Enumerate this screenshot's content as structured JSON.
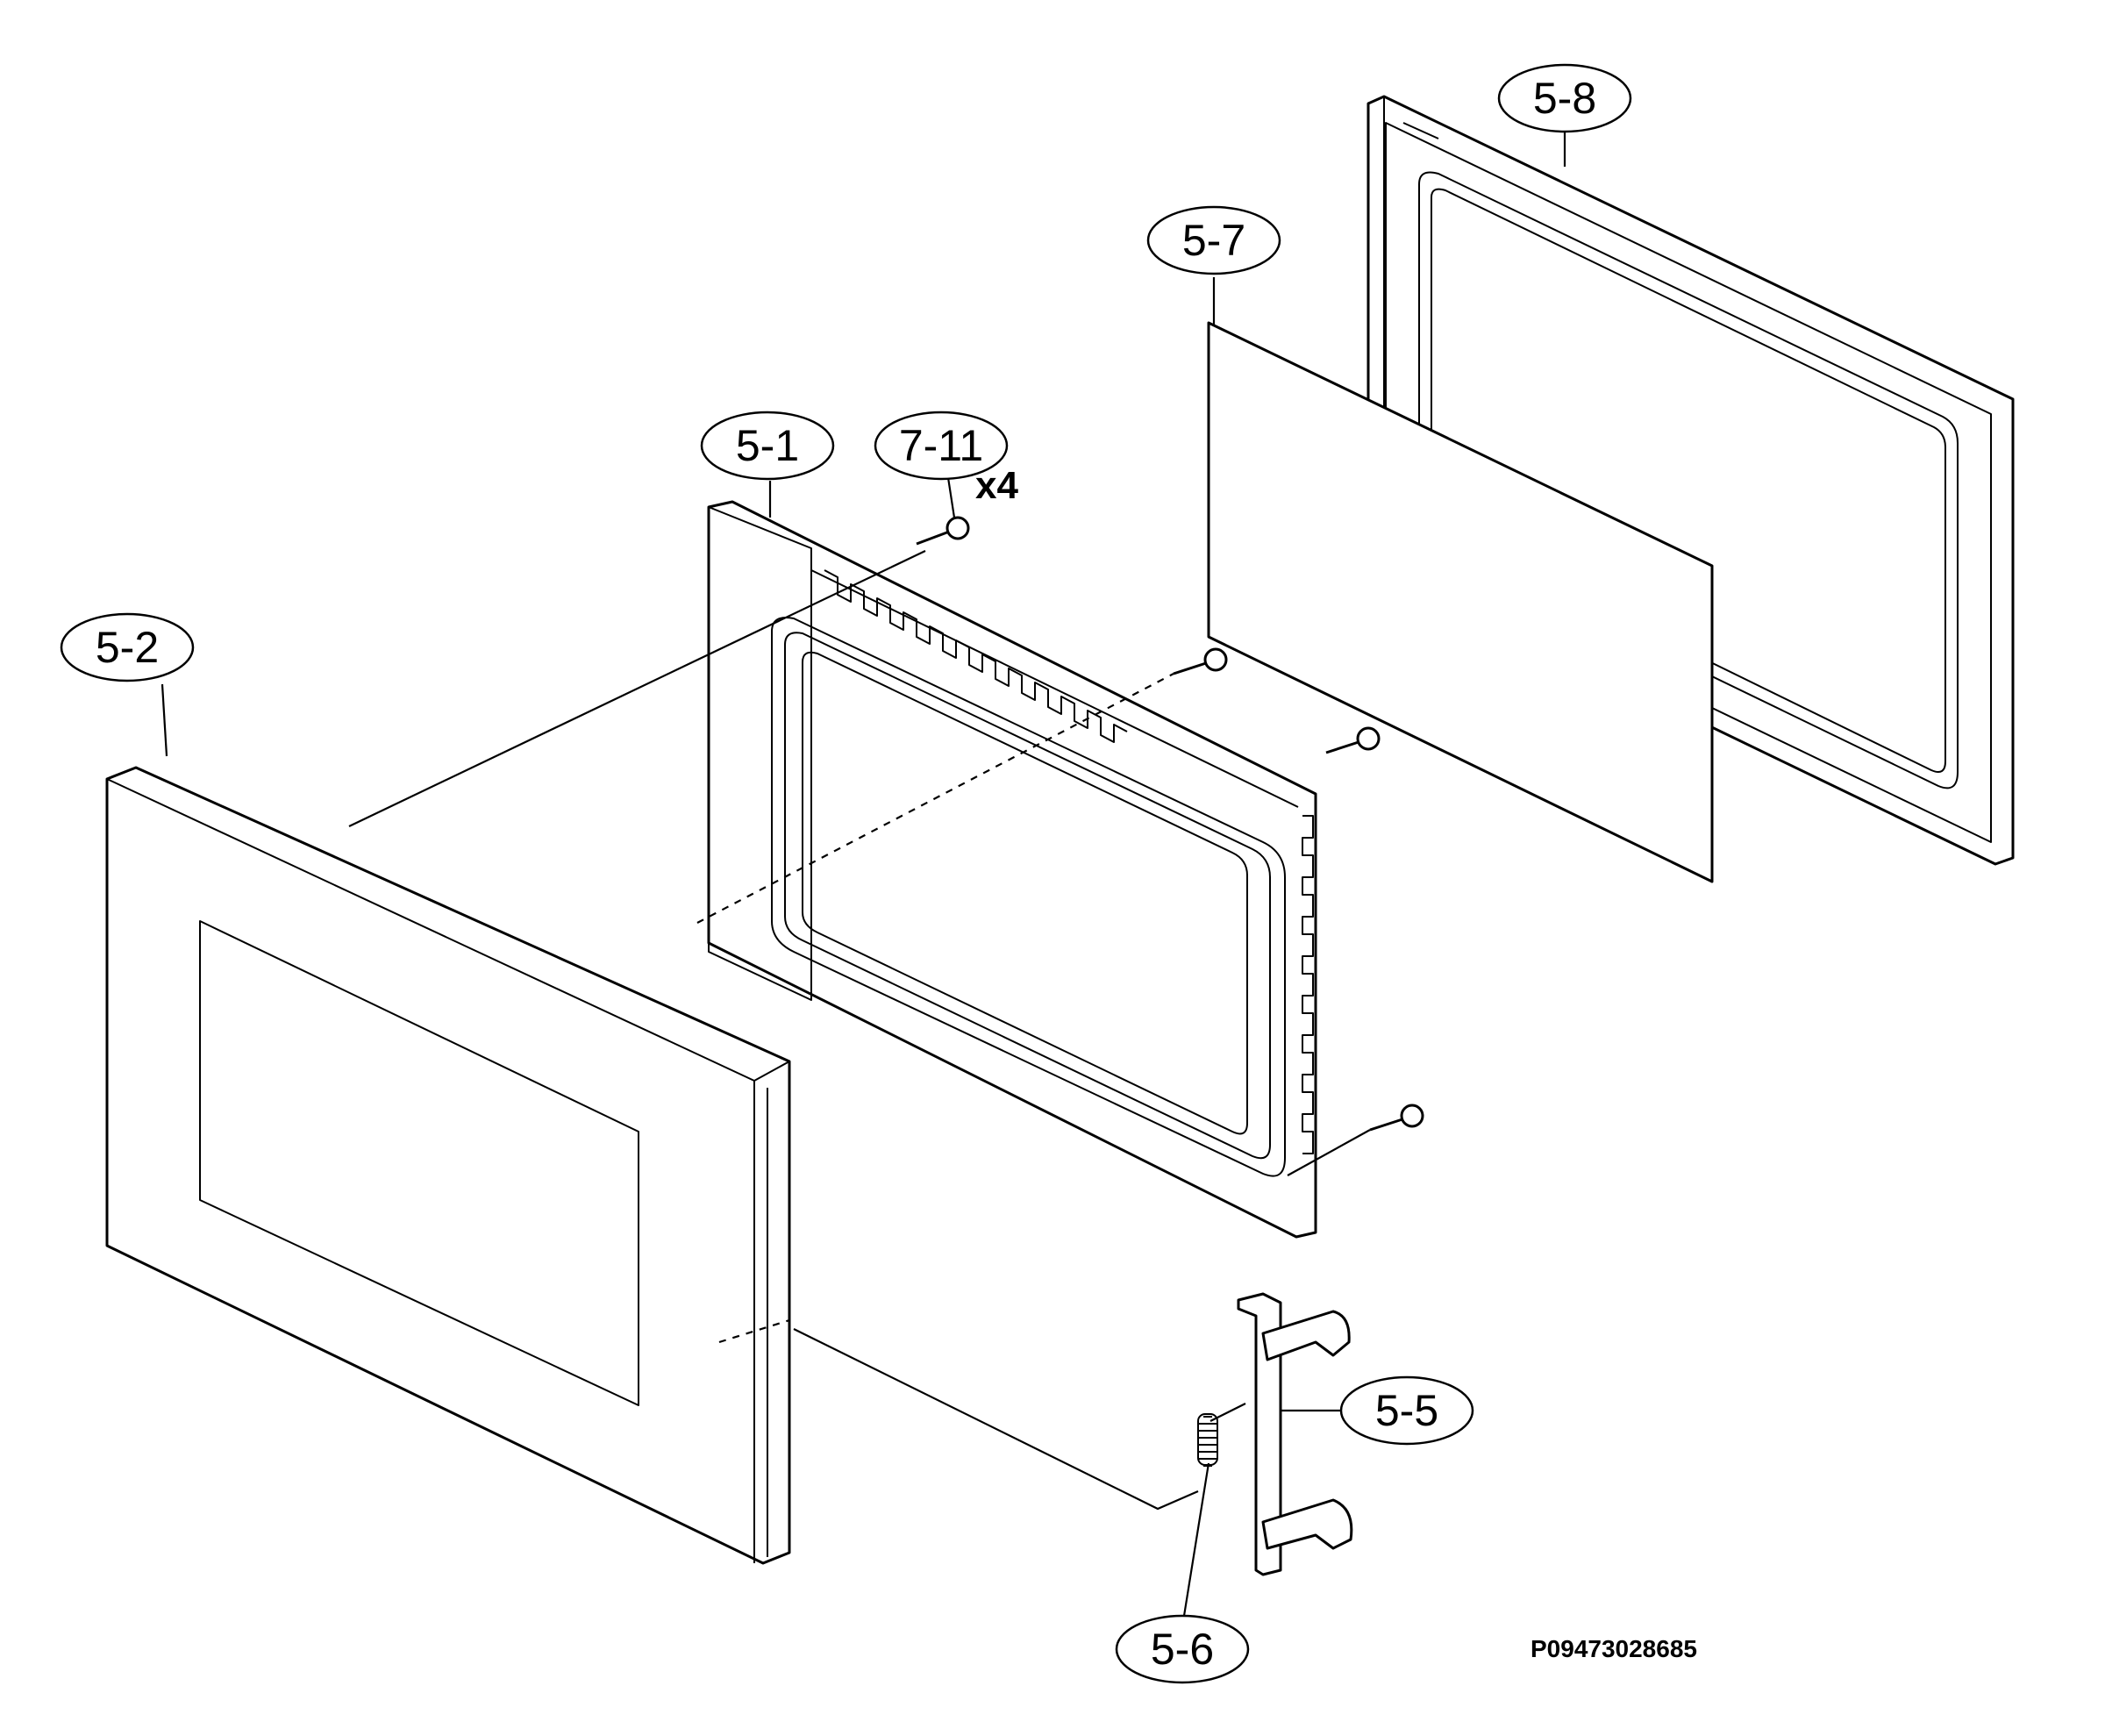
{
  "diagram": {
    "type": "exploded-parts-diagram",
    "parts": [
      {
        "id": "p51",
        "label": "5-1"
      },
      {
        "id": "p52",
        "label": "5-2"
      },
      {
        "id": "p55",
        "label": "5-5"
      },
      {
        "id": "p56",
        "label": "5-6"
      },
      {
        "id": "p57",
        "label": "5-7"
      },
      {
        "id": "p58",
        "label": "5-8"
      },
      {
        "id": "p711",
        "label": "7-11",
        "quantity": "x4"
      }
    ],
    "drawing_code": "P09473028685"
  },
  "colors": {
    "line": "#000000",
    "fill": "#ffffff"
  }
}
